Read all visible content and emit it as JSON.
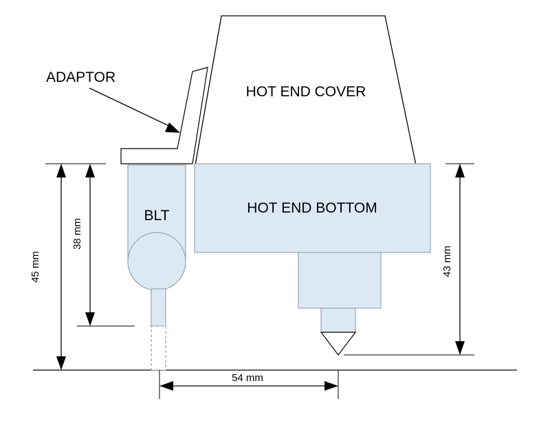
{
  "labels": {
    "adaptor": "ADAPTOR",
    "hot_end_cover": "HOT END COVER",
    "hot_end_bottom": "HOT END BOTTOM",
    "blt": "BLT"
  },
  "dimensions": {
    "total_height": "45 mm",
    "blt_height": "38 mm",
    "hot_end_height": "43 mm",
    "horizontal_offset": "54 mm"
  },
  "colors": {
    "part_fill": "#dce8f3",
    "part_stroke": "#8a96a3",
    "line": "#000000"
  }
}
